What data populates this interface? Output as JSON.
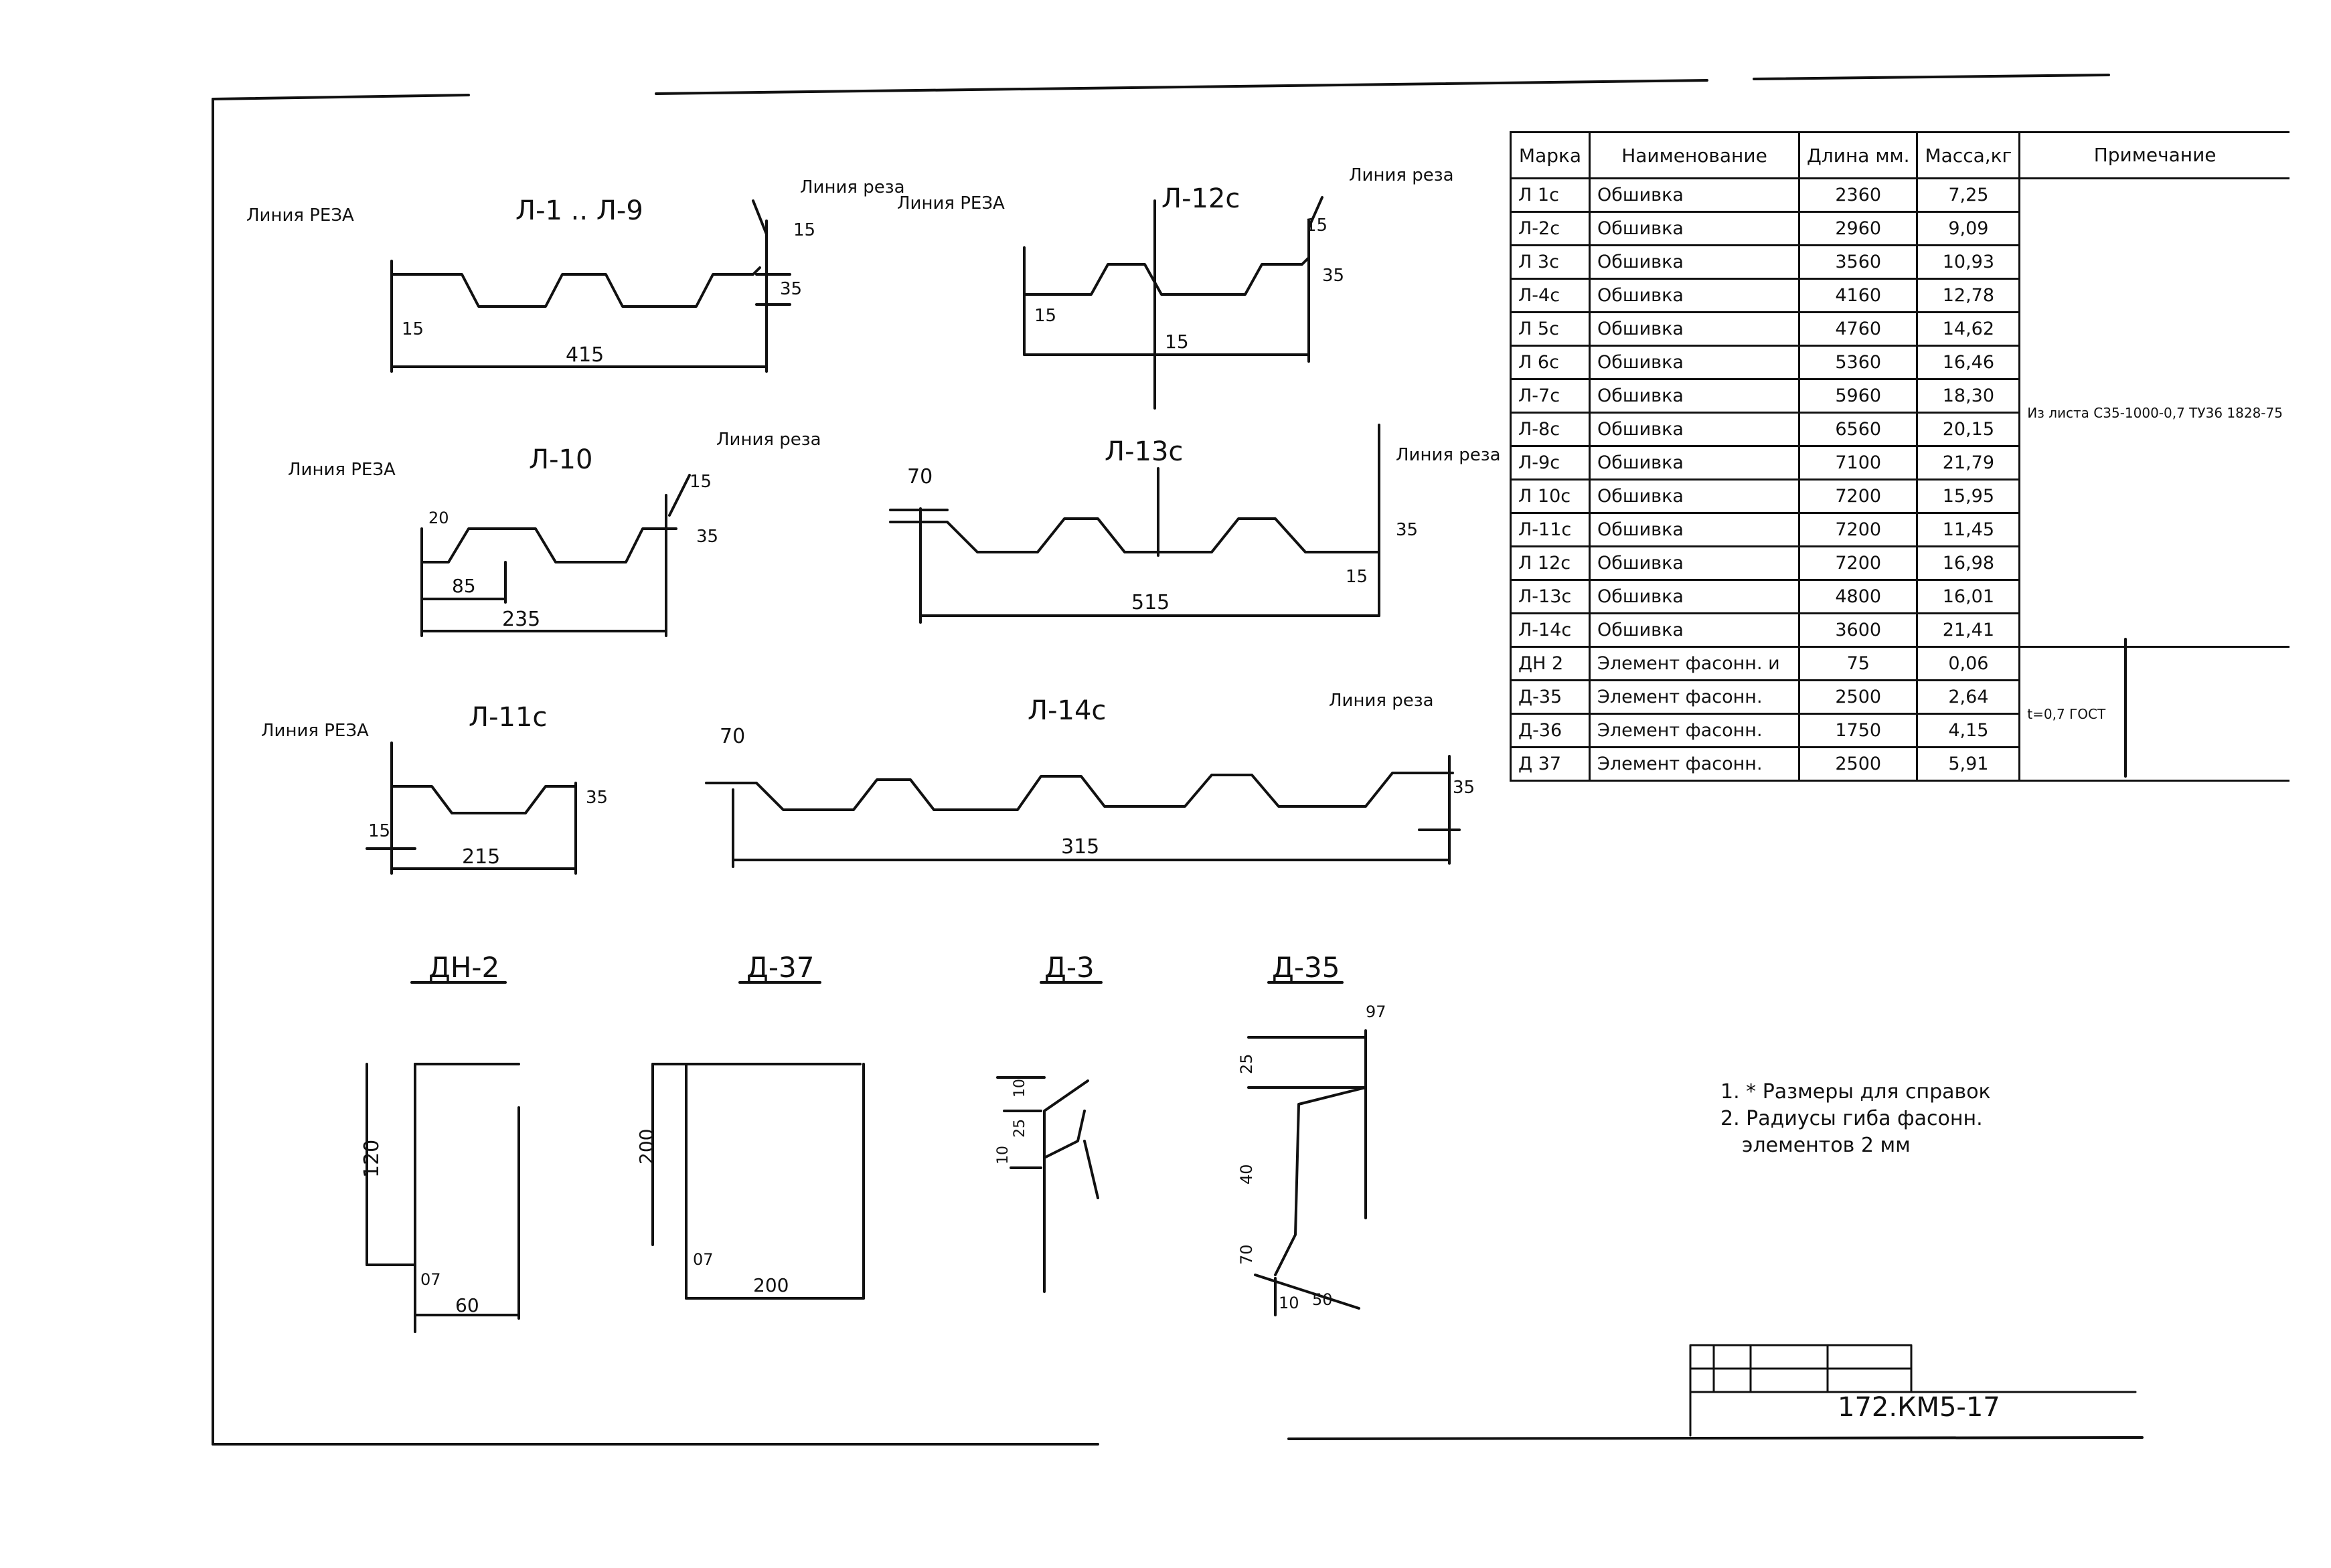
{
  "labels": {
    "cut_line": "Линия реза",
    "cut_line_caps": "Линия РЕЗА",
    "profile_1_9": "Л-1 .. Л-9",
    "profile_12": "Л-12с",
    "profile_10": "Л-10",
    "profile_13": "Л-13с",
    "profile_11": "Л-11с",
    "profile_14": "Л-14с",
    "detail_dn2": "ДН-2",
    "detail_d37": "Д-37",
    "detail_d3": "Д-3",
    "detail_d35": "Д-35"
  },
  "dims": {
    "p1_width": "415",
    "p1_left": "15",
    "p1_top": "15",
    "p1_height": "35",
    "p12_width": "15",
    "p12_left": "15",
    "p12_top": "15",
    "p12_height": "35",
    "p10_width": "235",
    "p10_sub": "85",
    "p10_left": "20",
    "p10_top": "15",
    "p10_height": "35",
    "p13_width": "515",
    "p13_left": "70",
    "p13_right": "15",
    "p13_height": "35",
    "p11_width": "215",
    "p11_left": "15",
    "p11_height": "35",
    "p14_width": "315",
    "p14_left": "70",
    "p14_height": "35",
    "dn2_h": "120",
    "dn2_w": "60",
    "dn2_r": "07",
    "d37_h": "200",
    "d37_w": "200",
    "d37_r": "07",
    "d3_a": "10",
    "d3_b": "25",
    "d3_c": "10",
    "d35_top": "97",
    "d35_a": "25",
    "d35_b": "40",
    "d35_c": "70",
    "d35_d": "10",
    "d35_e": "50"
  },
  "table": {
    "headers": [
      "Марка",
      "Наименование",
      "Длина мм.",
      "Масса,кг",
      "Примечание"
    ],
    "rows": [
      {
        "mark": "Л 1с",
        "name": "Обшивка",
        "len": "2360",
        "mass": "7,25"
      },
      {
        "mark": "Л-2с",
        "name": "Обшивка",
        "len": "2960",
        "mass": "9,09"
      },
      {
        "mark": "Л 3с",
        "name": "Обшивка",
        "len": "3560",
        "mass": "10,93"
      },
      {
        "mark": "Л-4с",
        "name": "Обшивка",
        "len": "4160",
        "mass": "12,78"
      },
      {
        "mark": "Л 5с",
        "name": "Обшивка",
        "len": "4760",
        "mass": "14,62"
      },
      {
        "mark": "Л 6с",
        "name": "Обшивка",
        "len": "5360",
        "mass": "16,46"
      },
      {
        "mark": "Л-7с",
        "name": "Обшивка",
        "len": "5960",
        "mass": "18,30"
      },
      {
        "mark": "Л-8с",
        "name": "Обшивка",
        "len": "6560",
        "mass": "20,15"
      },
      {
        "mark": "Л-9с",
        "name": "Обшивка",
        "len": "7100",
        "mass": "21,79"
      },
      {
        "mark": "Л 10с",
        "name": "Обшивка",
        "len": "7200",
        "mass": "15,95"
      },
      {
        "mark": "Л-11с",
        "name": "Обшивка",
        "len": "7200",
        "mass": "11,45"
      },
      {
        "mark": "Л 12с",
        "name": "Обшивка",
        "len": "7200",
        "mass": "16,98"
      },
      {
        "mark": "Л-13с",
        "name": "Обшивка",
        "len": "4800",
        "mass": "16,01"
      },
      {
        "mark": "Л-14с",
        "name": "Обшивка",
        "len": "3600",
        "mass": "21,41"
      },
      {
        "mark": "ДН 2",
        "name": "Элемент фасонн. и",
        "len": "75",
        "mass": "0,06"
      },
      {
        "mark": "Д-35",
        "name": "Элемент фасонн.",
        "len": "2500",
        "mass": "2,64"
      },
      {
        "mark": "Д-36",
        "name": "Элемент фасонн.",
        "len": "1750",
        "mass": "4,15"
      },
      {
        "mark": "Д 37",
        "name": "Элемент фасонн.",
        "len": "2500",
        "mass": "5,91"
      }
    ],
    "note_sheet": "Из листа С35-1000-0,7 ТУ36 1828-75",
    "note_elements": "t=0,7 ГОСТ"
  },
  "notes": {
    "n1": "1. * Размеры для справок",
    "n2": "2. Радиусы гиба фасонн.",
    "n3": "элементов 2 мм"
  },
  "stamp": {
    "code": "172.КМ5-17"
  }
}
